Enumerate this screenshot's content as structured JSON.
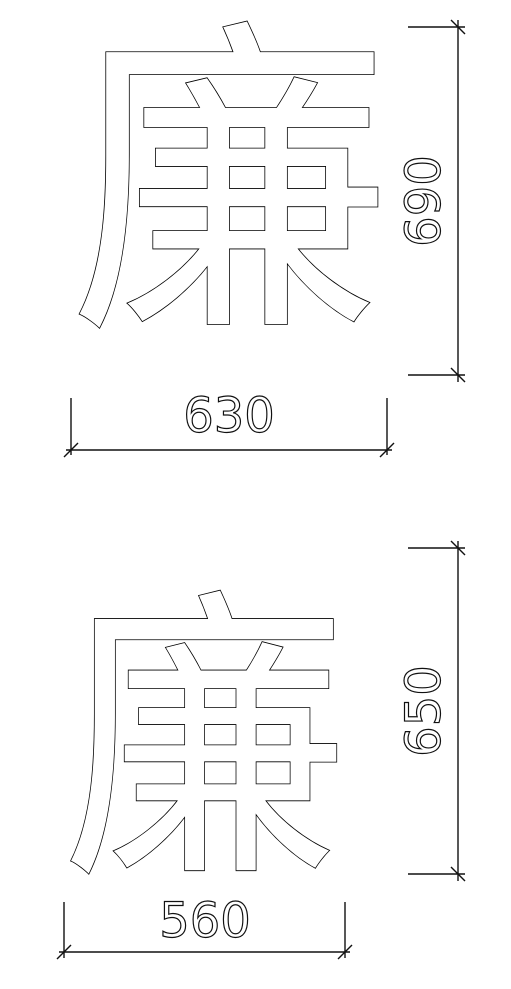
{
  "characters": [
    {
      "glyph": "廉",
      "dimensions": {
        "width_label": "630",
        "height_label": "690"
      }
    },
    {
      "glyph": "廉",
      "dimensions": {
        "width_label": "560",
        "height_label": "650"
      }
    }
  ],
  "colors": {
    "line": "#111111",
    "background": "#ffffff"
  }
}
